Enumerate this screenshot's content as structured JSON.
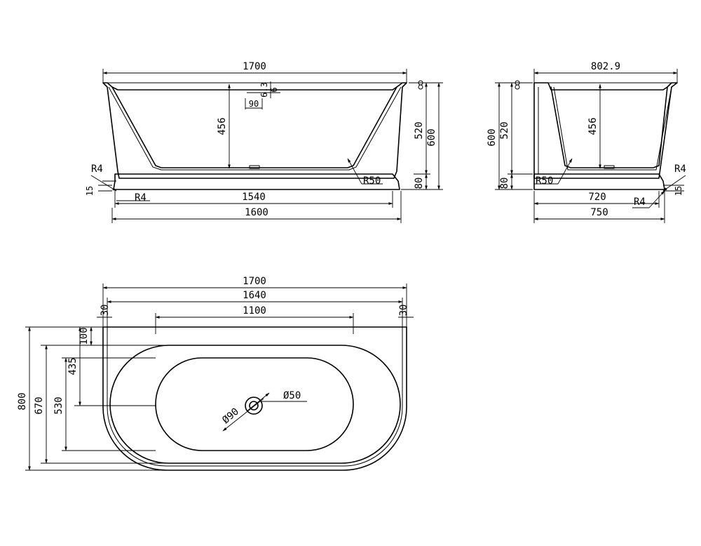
{
  "front_view": {
    "overall_length": "1700",
    "inner_depth": "456",
    "rim_a": "6.3",
    "rim_b": "6",
    "drain_width": "90",
    "height_inner": "520",
    "height_total": "600",
    "base_height": "80",
    "corner_radius_base": "R4",
    "foot_offset": "15",
    "corner_radius_base_2": "R4",
    "inner_radius": "R50",
    "base_length": "1540",
    "foot_length": "1600"
  },
  "side_view": {
    "overall_width": "802.9",
    "height_total": "600",
    "height_inner": "520",
    "inner_depth": "456",
    "base_height": "80",
    "inner_radius": "R50",
    "corner_radius_top": "R4",
    "corner_radius_bottom": "R4",
    "base_width": "720",
    "foot_width": "750",
    "foot_offset": "15"
  },
  "top_view": {
    "overall_length": "1700",
    "inner_length": "1640",
    "wall_left": "30",
    "wall_right": "30",
    "basin_length": "1100",
    "rim_offset": "100",
    "drain_offset": "435",
    "overall_width": "800",
    "outer_basin_width": "670",
    "inner_basin_width": "530",
    "drain_diameter": "Ø50",
    "drain_outer_diameter": "Ø90"
  }
}
